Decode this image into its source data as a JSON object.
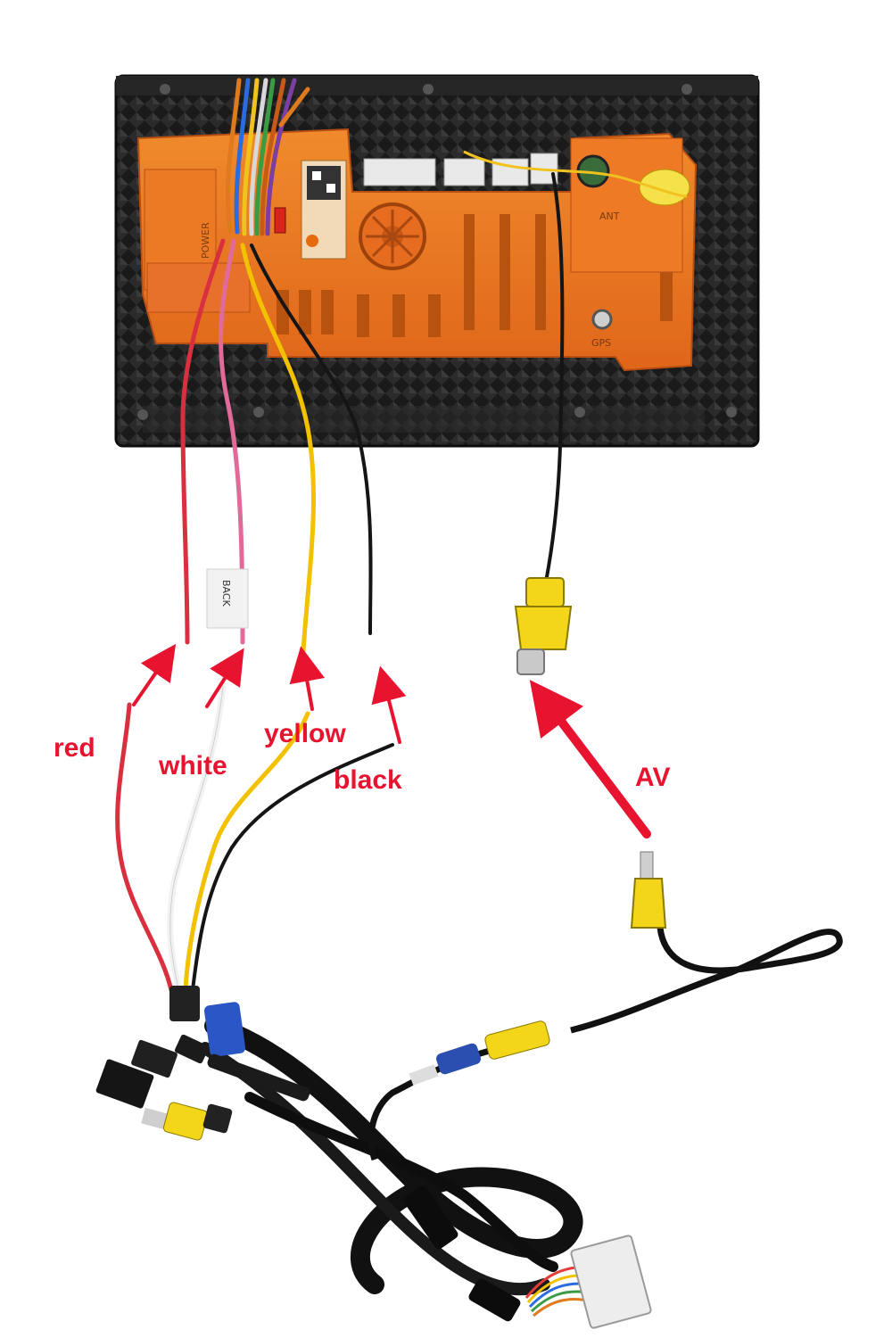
{
  "photo": {
    "accent_color": "#e8132f",
    "labels": {
      "red": "red",
      "white": "white",
      "yellow": "yellow",
      "black": "black",
      "av": "AV"
    },
    "unit_markings": {
      "power": "POWER",
      "ant": "ANT",
      "gps": "GPS",
      "back_tag": "BACK"
    },
    "wire_colors": {
      "red": "#d9303f",
      "white": "#e06a9a",
      "yellow": "#f2c100",
      "black": "#151515",
      "rca_yellow": "#f3d51a",
      "cable": "#111111"
    }
  }
}
